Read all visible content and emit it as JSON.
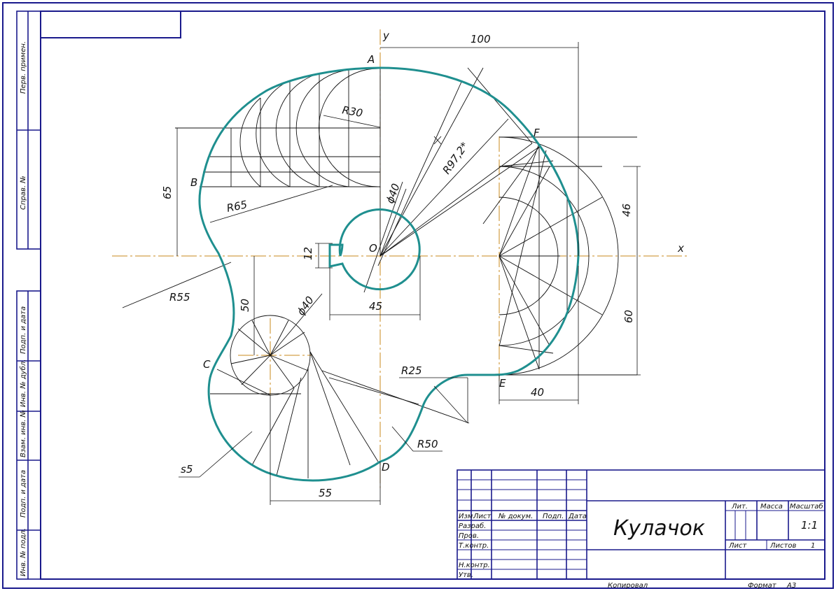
{
  "points": {
    "A": "A",
    "B": "B",
    "C": "C",
    "D": "D",
    "E": "E",
    "F": "F",
    "O": "O",
    "x": "x",
    "y": "y"
  },
  "dimensions": {
    "d100": "100",
    "r30": "R30",
    "r97": "R97,2*",
    "d65": "65",
    "r65": "R65",
    "phi40_top": "ϕ40",
    "d46": "46",
    "d12": "12",
    "d45": "45",
    "r55": "R55",
    "d50": "50",
    "phi40_bottom": "ϕ40",
    "d60": "60",
    "r25": "R25",
    "d40": "40",
    "r50": "R50",
    "d55": "55",
    "s5": "s5"
  },
  "side_stamp": {
    "labels": [
      "Перв. примен.",
      "Справ. №",
      "Подп. и дата",
      "Инв. № дубл.",
      "Взам. инв. №",
      "Подп. и дата",
      "Инв. № подл."
    ]
  },
  "title_block": {
    "col_headers": [
      "Изм.",
      "Лист",
      "№ докум.",
      "Подп.",
      "Дата"
    ],
    "rows": [
      "Разраб.",
      "Пров.",
      "Т.контр.",
      "Н.контр.",
      "Утв."
    ],
    "part_name": "Кулачок",
    "lit_label": "Лит.",
    "mass_label": "Масса",
    "scale_label": "Масштаб",
    "scale_value": "1:1",
    "sheet_label": "Лист",
    "sheets_label": "Листов",
    "sheets_value": "1"
  },
  "footer": {
    "copied": "Копировал",
    "format_label": "Формат",
    "format_value": "А3"
  }
}
